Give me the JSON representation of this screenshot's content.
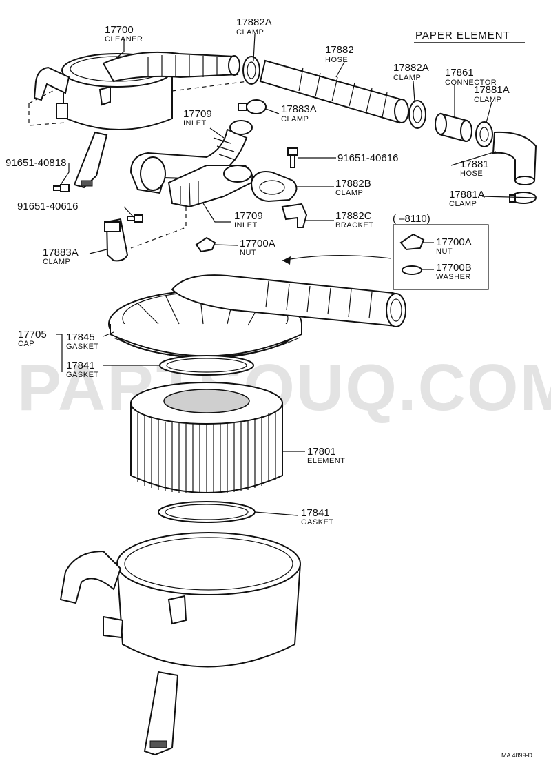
{
  "watermark": "PARTSOUQ.COM",
  "header": {
    "title": "PAPER ELEMENT",
    "note_range": "(        –8110)"
  },
  "footer": {
    "code": "MA 4899-D"
  },
  "callouts": [
    {
      "id": "c1",
      "number": "17700",
      "name": "CLEANER"
    },
    {
      "id": "c2",
      "number": "17882A",
      "name": "CLAMP"
    },
    {
      "id": "c3",
      "number": "17882",
      "name": "HOSE"
    },
    {
      "id": "c4",
      "number": "17882A",
      "name": "CLAMP"
    },
    {
      "id": "c5",
      "number": "17861",
      "name": "CONNECTOR"
    },
    {
      "id": "c6",
      "number": "17881A",
      "name": "CLAMP"
    },
    {
      "id": "c7",
      "number": "17883A",
      "name": "CLAMP"
    },
    {
      "id": "c8",
      "number": "17709",
      "name": "INLET"
    },
    {
      "id": "c9",
      "number": "91651-40616",
      "name": ""
    },
    {
      "id": "c10",
      "number": "91651-40818",
      "name": ""
    },
    {
      "id": "c11",
      "number": "17881",
      "name": "HOSE"
    },
    {
      "id": "c12",
      "number": "17882B",
      "name": "CLAMP"
    },
    {
      "id": "c13",
      "number": "17881A",
      "name": "CLAMP"
    },
    {
      "id": "c14",
      "number": "91651-40616",
      "name": ""
    },
    {
      "id": "c15",
      "number": "17709",
      "name": "INLET"
    },
    {
      "id": "c16",
      "number": "17882C",
      "name": "BRACKET"
    },
    {
      "id": "c17",
      "number": "17883A",
      "name": "CLAMP"
    },
    {
      "id": "c18",
      "number": "17700A",
      "name": "NUT"
    },
    {
      "id": "c19",
      "number": "17700A",
      "name": "NUT"
    },
    {
      "id": "c20",
      "number": "17700B",
      "name": "WASHER"
    },
    {
      "id": "c21",
      "number": "17705",
      "name": "CAP"
    },
    {
      "id": "c22",
      "number": "17845",
      "name": "GASKET"
    },
    {
      "id": "c23",
      "number": "17841",
      "name": "GASKET"
    },
    {
      "id": "c24",
      "number": "17801",
      "name": "ELEMENT"
    },
    {
      "id": "c25",
      "number": "17841",
      "name": "GASKET"
    }
  ]
}
